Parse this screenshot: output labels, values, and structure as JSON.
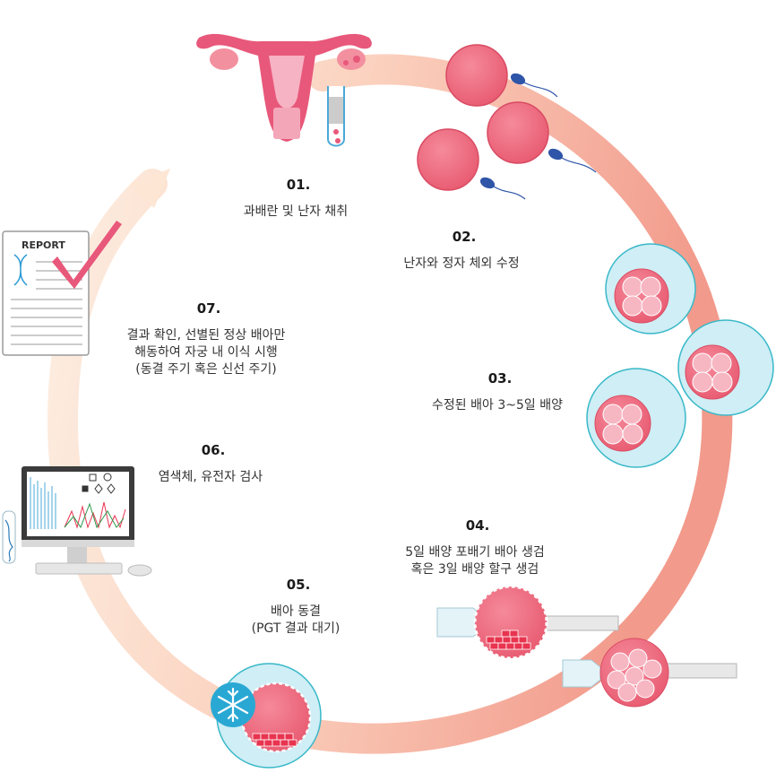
{
  "colors": {
    "ring_start": "#fdf0e4",
    "ring_end": "#f29a8b",
    "cell_pink": "#ef6b7f",
    "cell_light": "#f6a4b2",
    "zona_blue": "#cfeef5",
    "zona_stroke": "#38b8c8",
    "sperm_blue": "#2f55a8",
    "step_dot": "#dcdcdc"
  },
  "report": {
    "label": "REPORT"
  },
  "steps": [
    {
      "num": "01.",
      "text": "과배란 및 난자 채취"
    },
    {
      "num": "02.",
      "text": "난자와 정자 체외 수정"
    },
    {
      "num": "03.",
      "text": "수정된 배아 3~5일 배양"
    },
    {
      "num": "04.",
      "lines": [
        "5일 배양 포배기 배아 생검",
        "혹은 3일 배양 할구 생검"
      ]
    },
    {
      "num": "05.",
      "lines": [
        "배아 동결",
        "(PGT 결과 대기)"
      ]
    },
    {
      "num": "06.",
      "text": "염색체, 유전자 검사"
    },
    {
      "num": "07.",
      "lines": [
        "결과 확인, 선별된 정상 배아만",
        "해동하여 자궁 내 이식 시행",
        "(동결 주기 혹은 신선 주기)"
      ]
    }
  ],
  "icons": [
    "uterus-icon",
    "test-tube-icon",
    "egg-cell-icon",
    "sperm-icon",
    "embryo-icon",
    "biopsy-pipette-icon",
    "snowflake-icon",
    "computer-monitor-icon",
    "dna-icon",
    "report-document-icon",
    "checkmark-icon",
    "mouse-icon"
  ]
}
